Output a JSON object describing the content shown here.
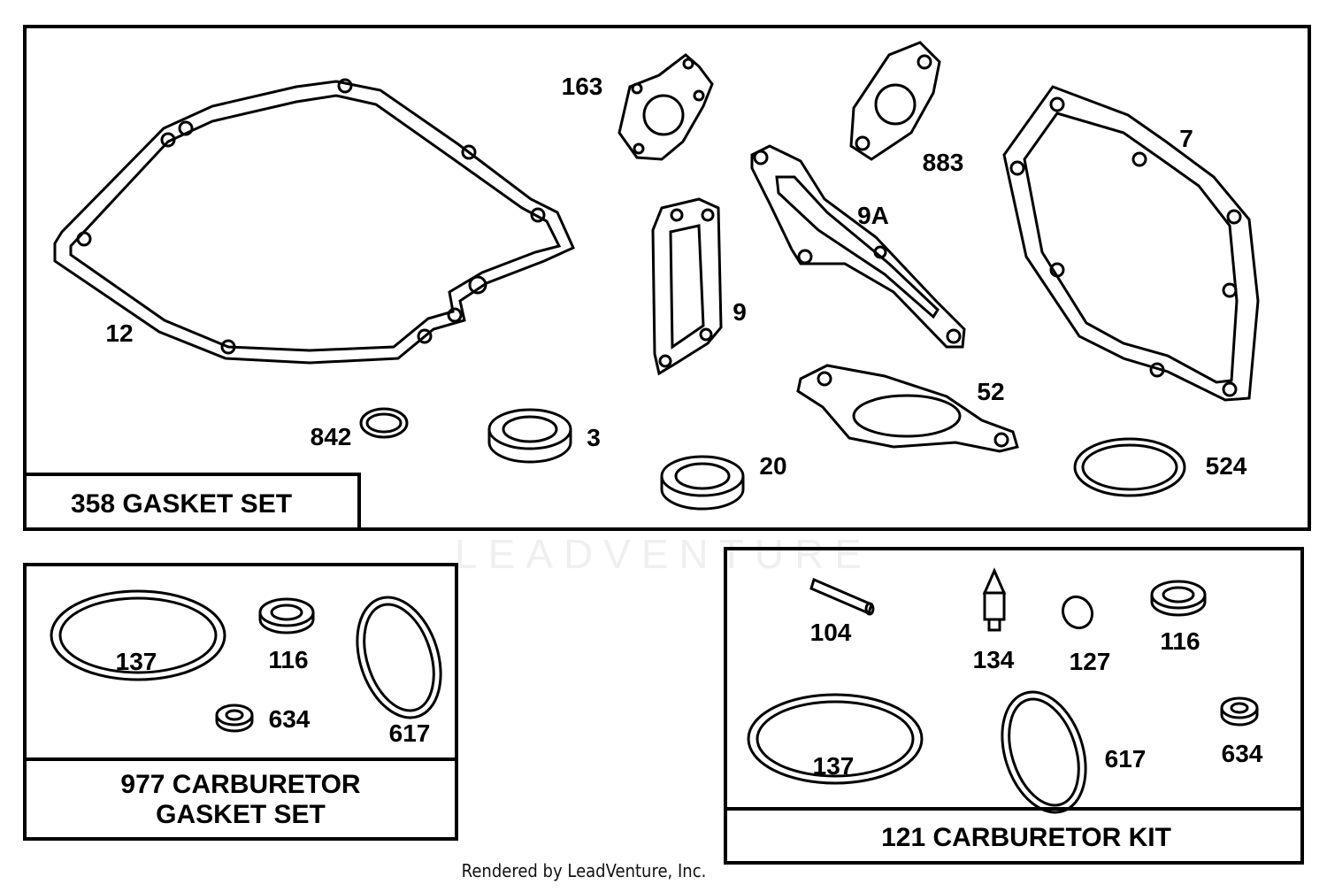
{
  "watermark": "LEADVENTURE",
  "footer": "Rendered by LeadVenture, Inc.",
  "panels": {
    "gasket_set": {
      "title": "358 GASKET SET",
      "callouts": [
        "12",
        "163",
        "883",
        "7",
        "9A",
        "9",
        "52",
        "842",
        "3",
        "20",
        "524"
      ]
    },
    "carb_gasket_set": {
      "title_line1": "977 CARBURETOR",
      "title_line2": "GASKET SET",
      "callouts": [
        "137",
        "116",
        "634",
        "617"
      ]
    },
    "carb_kit": {
      "title": "121 CARBURETOR KIT",
      "callouts": [
        "104",
        "134",
        "127",
        "116",
        "137",
        "617",
        "634"
      ]
    }
  }
}
